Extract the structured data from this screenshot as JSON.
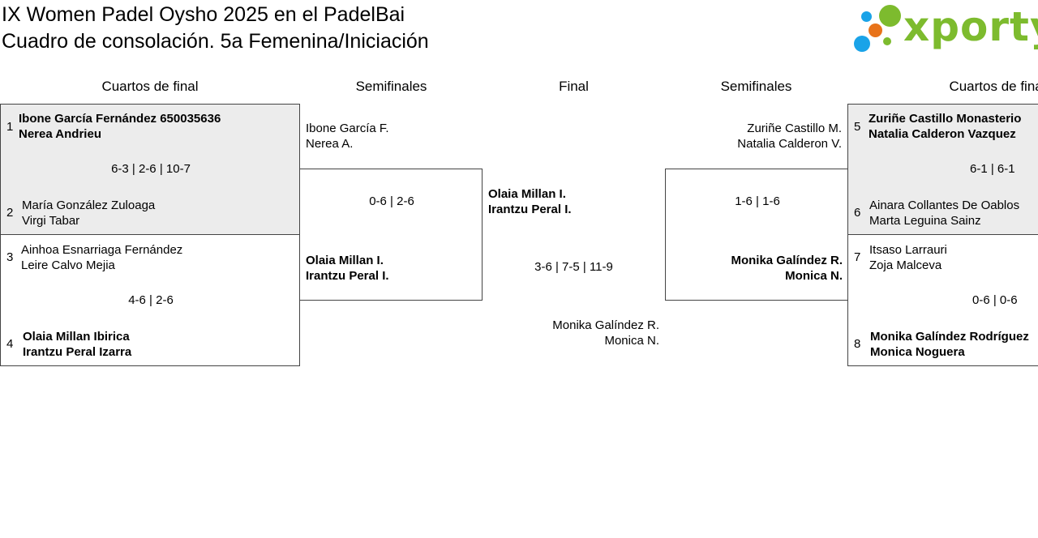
{
  "header": {
    "title_line1": "IX Women Padel Oysho 2025 en el PadelBai",
    "title_line2": "Cuadro de consolación. 5a Femenina/Iniciación"
  },
  "logo": {
    "text": "xporty",
    "colors": {
      "blue": "#1aa3e8",
      "orange": "#e8731a",
      "green": "#7dbb2e"
    }
  },
  "rounds": {
    "left_quarters": "Cuartos de final",
    "left_semis": "Semifinales",
    "final": "Final",
    "right_semis": "Semifinales",
    "right_quarters": "Cuartos de final"
  },
  "left_quarters": [
    {
      "top": {
        "seed": "1",
        "p1": "Ibone García Fernández 650035636",
        "p2": "Nerea Andrieu",
        "winner": true
      },
      "score": "6-3 | 2-6 | 10-7",
      "bottom": {
        "seed": "2",
        "p1": "María González Zuloaga",
        "p2": "Virgi Tabar",
        "winner": false
      }
    },
    {
      "top": {
        "seed": "3",
        "p1": "Ainhoa Esnarriaga Fernández",
        "p2": "Leire Calvo Mejia",
        "winner": false
      },
      "score": "4-6 | 2-6",
      "bottom": {
        "seed": "4",
        "p1": "Olaia Millan Ibirica",
        "p2": "Irantzu Peral Izarra",
        "winner": true
      }
    }
  ],
  "left_semi": {
    "top": {
      "p1": "Ibone García F.",
      "p2": "Nerea A."
    },
    "score": "0-6 | 2-6",
    "bottom": {
      "p1": "Olaia Millan I.",
      "p2": "Irantzu Peral I."
    }
  },
  "final": {
    "top": {
      "p1": "Olaia Millan I.",
      "p2": "Irantzu Peral I."
    },
    "score": "3-6 | 7-5 | 11-9",
    "bottom": {
      "p1": "Monika Galíndez R.",
      "p2": "Monica N."
    }
  },
  "right_semi": {
    "top": {
      "p1": "Zuriñe Castillo M.",
      "p2": "Natalia Calderon V."
    },
    "score": "1-6 | 1-6",
    "bottom": {
      "p1": "Monika Galíndez R.",
      "p2": "Monica N."
    }
  },
  "right_quarters": [
    {
      "top": {
        "seed": "5",
        "p1": "Zuriñe Castillo Monasterio",
        "p2": "Natalia Calderon Vazquez",
        "winner": true
      },
      "score": "6-1 | 6-1",
      "bottom": {
        "seed": "6",
        "p1": "Ainara Collantes De Oablos",
        "p2": "Marta Leguina Sainz",
        "winner": false
      }
    },
    {
      "top": {
        "seed": "7",
        "p1": "Itsaso Larrauri",
        "p2": "Zoja Malceva",
        "winner": false
      },
      "score": "0-6 | 0-6",
      "bottom": {
        "seed": "8",
        "p1": "Monika Galíndez Rodríguez",
        "p2": "Monica Noguera",
        "winner": true
      }
    }
  ]
}
